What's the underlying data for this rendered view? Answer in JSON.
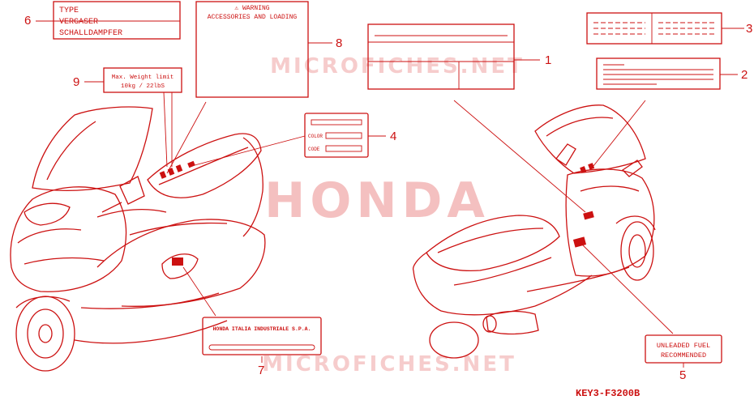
{
  "watermark": {
    "brand": "HONDA",
    "site_top": "MICROFICHES.NET",
    "site_bottom": "MICROFICHES.NET"
  },
  "callouts": [
    "1",
    "2",
    "3",
    "4",
    "5",
    "6",
    "7",
    "8",
    "9"
  ],
  "labels": {
    "label6": {
      "line1": "TYPE",
      "line2": "VERGASER",
      "line3": "SCHALLDAMPFER"
    },
    "label8": {
      "title": "⚠ WARNING",
      "subtitle": "ACCESSORIES AND LOADING"
    },
    "label9": {
      "line1": "Max. Weight limit",
      "line2": "10kg  / 22lbS"
    },
    "label4": {
      "row1": "COLOR",
      "row2": "CODE"
    },
    "label7": {
      "text": "HONDA ITALIA INDUSTRIALE S.P.A."
    },
    "label5": {
      "line1": "UNLEADED FUEL",
      "line2": "RECOMMENDED"
    }
  },
  "diagram_code": "KEY3-F3200B",
  "colors": {
    "ink": "#cc1111",
    "watermark": "#f2b3b3"
  }
}
